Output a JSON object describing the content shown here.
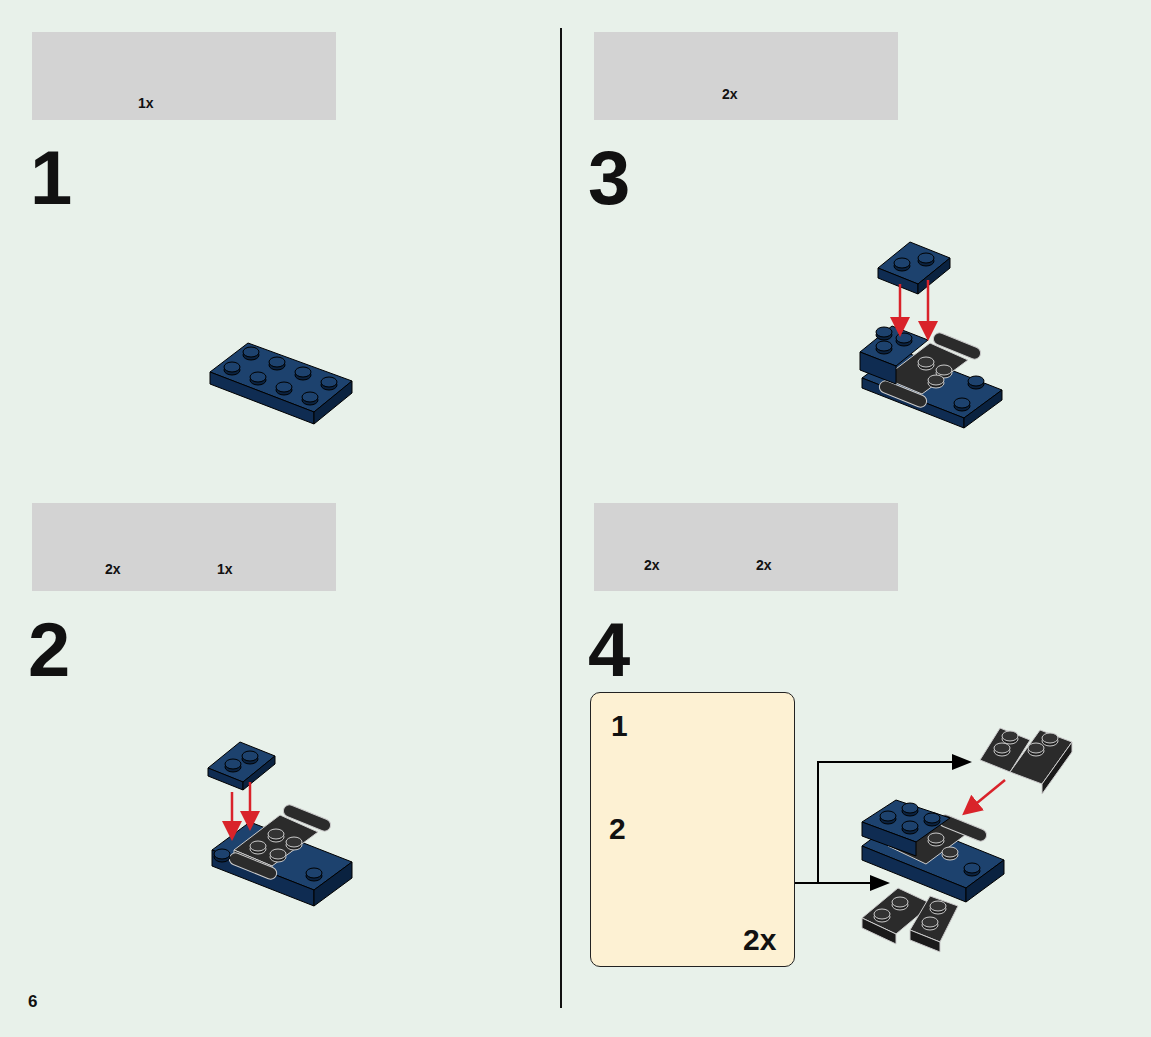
{
  "diagram": {
    "nodes": [
      {
        "text": [
          "1x"
        ]
      },
      {
        "text": [
          "2x",
          "1x"
        ]
      },
      {
        "text": [
          "2x"
        ]
      },
      {
        "text": [
          "2x",
          "2x"
        ]
      },
      {
        "text": [
          "1",
          "2",
          "2x"
        ]
      }
    ],
    "labels": [
      "1",
      "2",
      "3",
      "4",
      "6"
    ]
  }
}
